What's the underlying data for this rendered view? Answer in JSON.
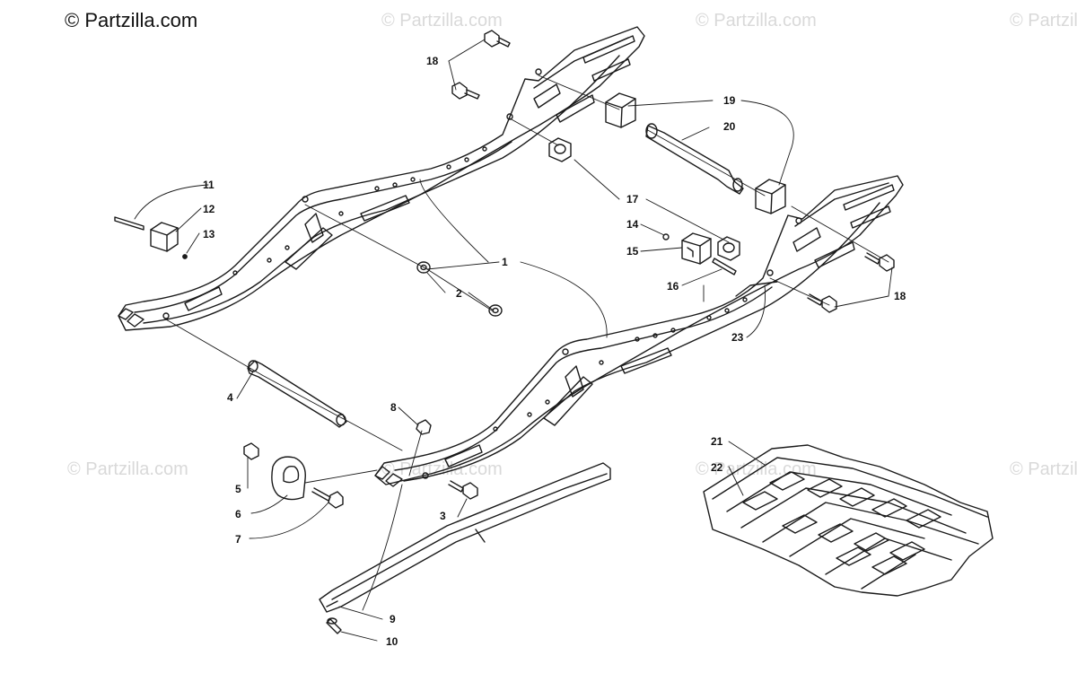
{
  "watermark": {
    "main": "© Partzilla.com",
    "repeat": "© Partzilla.com"
  },
  "callouts": [
    {
      "id": "1",
      "label": "1"
    },
    {
      "id": "2",
      "label": "2"
    },
    {
      "id": "3",
      "label": "3"
    },
    {
      "id": "4",
      "label": "4"
    },
    {
      "id": "5",
      "label": "5"
    },
    {
      "id": "6",
      "label": "6"
    },
    {
      "id": "7",
      "label": "7"
    },
    {
      "id": "8",
      "label": "8"
    },
    {
      "id": "9",
      "label": "9"
    },
    {
      "id": "10",
      "label": "10"
    },
    {
      "id": "11",
      "label": "11"
    },
    {
      "id": "12",
      "label": "12"
    },
    {
      "id": "13",
      "label": "13"
    },
    {
      "id": "14",
      "label": "14"
    },
    {
      "id": "15",
      "label": "15"
    },
    {
      "id": "16",
      "label": "16"
    },
    {
      "id": "17",
      "label": "17"
    },
    {
      "id": "18a",
      "label": "18"
    },
    {
      "id": "18b",
      "label": "18"
    },
    {
      "id": "19",
      "label": "19"
    },
    {
      "id": "20",
      "label": "20"
    },
    {
      "id": "21",
      "label": "21"
    },
    {
      "id": "22",
      "label": "22"
    },
    {
      "id": "23",
      "label": "23"
    }
  ],
  "colors": {
    "line": "#1a1a1a",
    "watermark": "#d9d9d9",
    "fill": "#ffffff"
  }
}
